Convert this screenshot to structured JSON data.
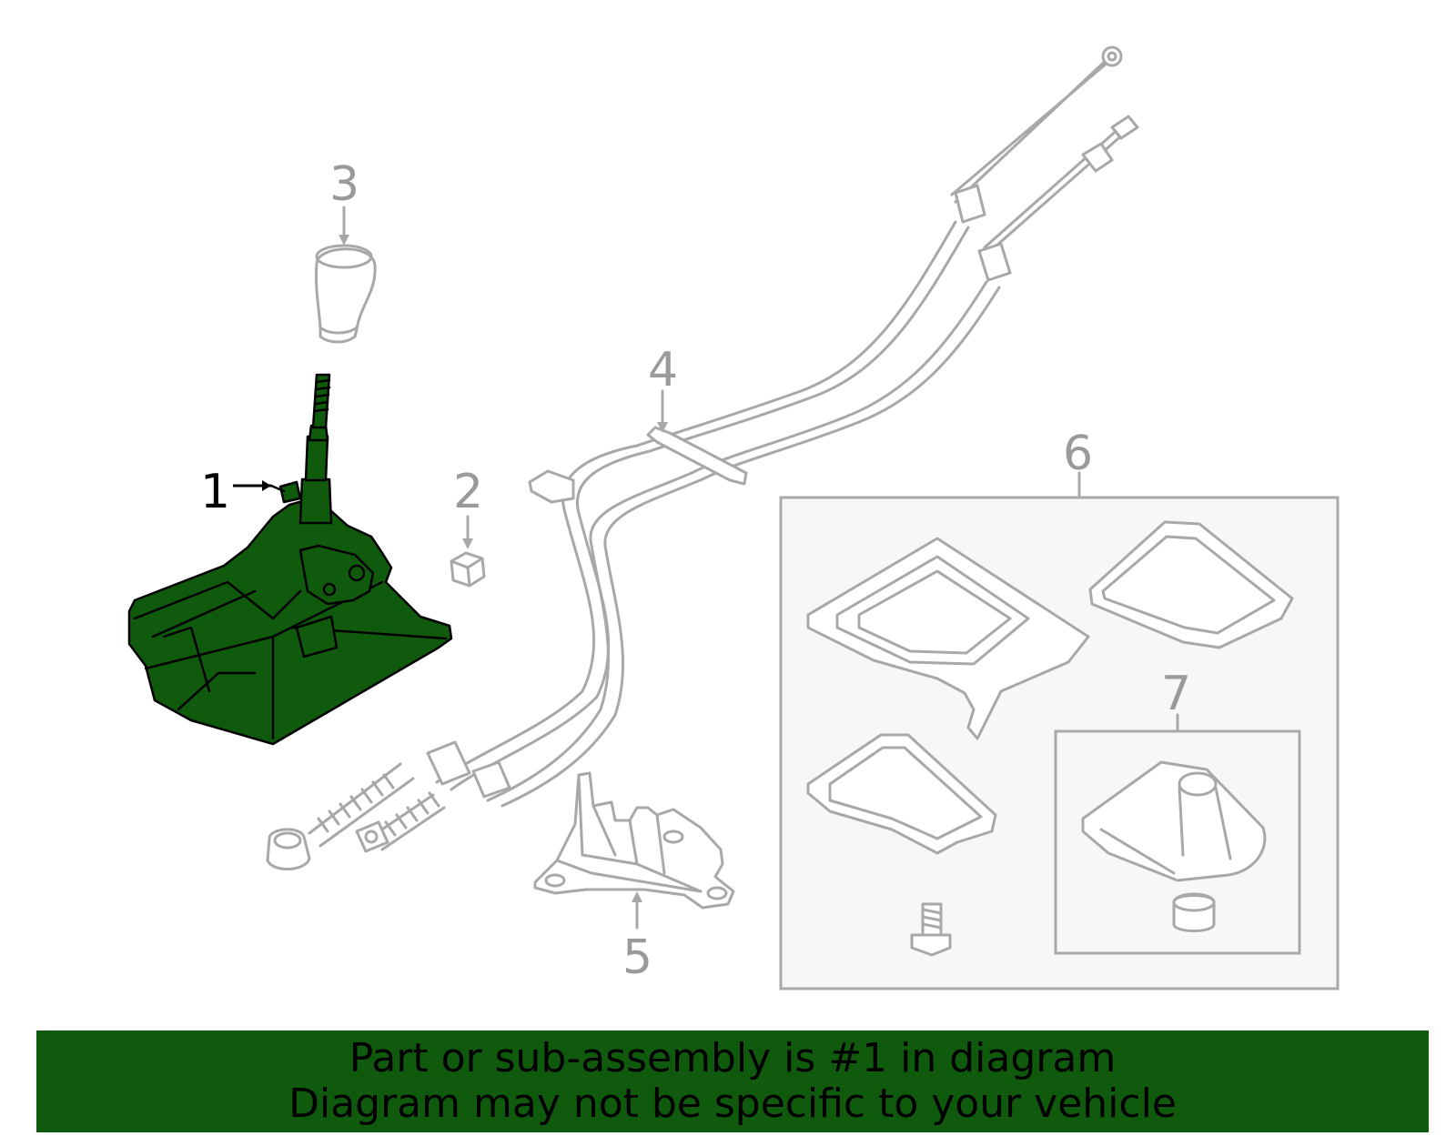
{
  "callouts": {
    "c1": "1",
    "c2": "2",
    "c3": "3",
    "c4": "4",
    "c5": "5",
    "c6": "6",
    "c7": "7"
  },
  "banner": {
    "line1": "Part or sub-assembly is #1 in diagram",
    "line2": "Diagram may not be specific to your vehicle"
  },
  "colors": {
    "highlight": "#0f5a0c",
    "line_gray": "#a8a8a8",
    "box_fill": "#f7f7f7"
  }
}
